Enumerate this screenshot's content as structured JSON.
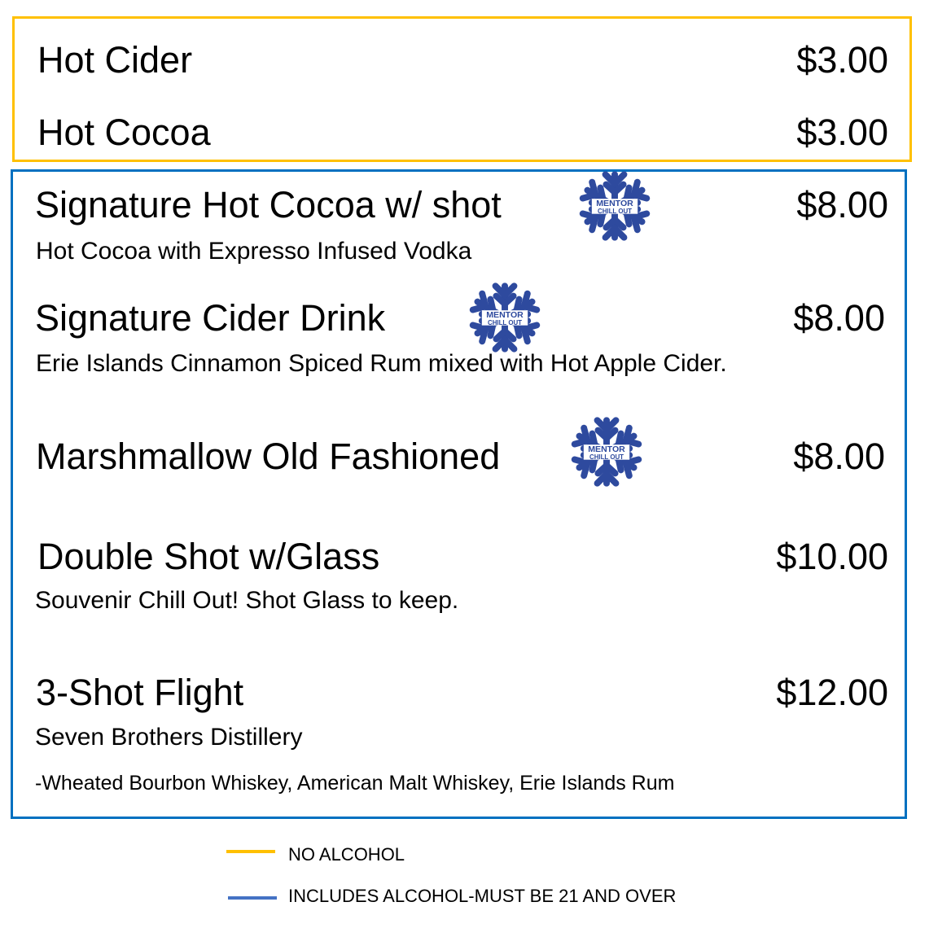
{
  "colors": {
    "no_alcohol": "#FFC000",
    "alcohol": "#0070C0",
    "legend_alcohol": "#4472C4",
    "logo": "#2E4A9E"
  },
  "logo": {
    "line1": "MENTOR",
    "line2": "CHILL OUT"
  },
  "non_alcoholic": [
    {
      "name": "Hot Cider",
      "price": "$3.00"
    },
    {
      "name": "Hot Cocoa",
      "price": "$3.00"
    }
  ],
  "alcoholic": [
    {
      "name": "Signature Hot Cocoa w/ shot",
      "price": "$8.00",
      "description": "Hot Cocoa with Expresso Infused Vodka"
    },
    {
      "name": "Signature Cider Drink",
      "price": "$8.00",
      "description": "Erie Islands Cinnamon Spiced Rum mixed with Hot Apple Cider."
    },
    {
      "name": "Marshmallow Old Fashioned",
      "price": "$8.00"
    },
    {
      "name": "Double Shot w/Glass",
      "price": "$10.00",
      "description": "Souvenir Chill Out!  Shot Glass to keep."
    },
    {
      "name": "3-Shot Flight",
      "price": "$12.00",
      "description": "Seven Brothers Distillery",
      "detail": "-Wheated Bourbon Whiskey, American Malt Whiskey, Erie Islands Rum"
    }
  ],
  "legend": {
    "no_alcohol": "NO ALCOHOL",
    "alcohol": "INCLUDES ALCOHOL-MUST BE 21 AND OVER"
  }
}
